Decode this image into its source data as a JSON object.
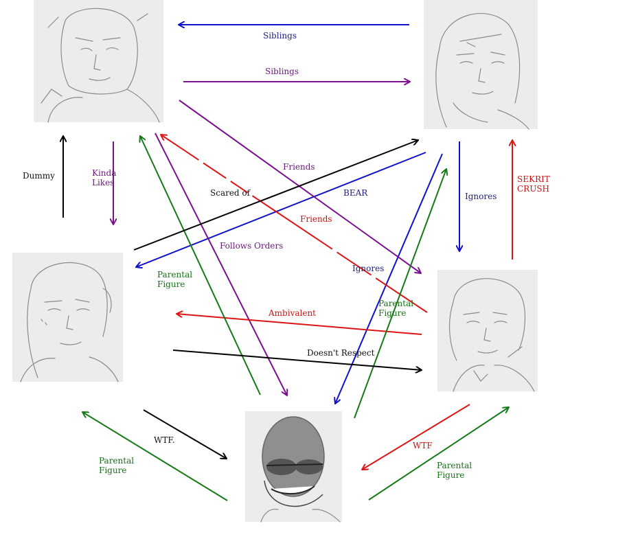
{
  "colors": {
    "blue": "#1010c8",
    "purple": "#7a0f8f",
    "red": "#dc1414",
    "green": "#157a15",
    "black": "#000000",
    "label_blue": "#202080",
    "label_purple": "#6a1a7a",
    "label_red": "#c81414",
    "label_green": "#177017",
    "label_black": "#111111"
  },
  "characters": [
    {
      "id": "top-left",
      "icon": "portrait-sketch"
    },
    {
      "id": "top-right",
      "icon": "portrait-sketch"
    },
    {
      "id": "left",
      "icon": "portrait-sketch"
    },
    {
      "id": "right",
      "icon": "portrait-sketch"
    },
    {
      "id": "bottom",
      "icon": "portrait-sunglasses"
    }
  ],
  "labels": {
    "siblings_1": "Siblings",
    "siblings_2": "Siblings",
    "dummy": "Dummy",
    "kinda": "Kinda",
    "likes": "Likes",
    "friends_purple": "Friends",
    "scared_of": "Scared of",
    "bear": "BEAR",
    "friends_red": "Friends",
    "ignores_top": "Ignores",
    "sekrit": "SEKRIT",
    "crush": "CRUSH",
    "follows_orders": "Follows Orders",
    "parental_1": "Parental",
    "figure_1": "Figure",
    "ignores_mid": "Ignores",
    "parental_2": "Parental",
    "figure_2": "Figure",
    "ambivalent": "Ambivalent",
    "doesnt_respect": "Doesn't Respect",
    "wtf_black": "WTF.",
    "wtf_red": "WTF",
    "parental_3": "Parental",
    "figure_3": "Figure",
    "parental_4": "Parental",
    "figure_4": "Figure"
  }
}
